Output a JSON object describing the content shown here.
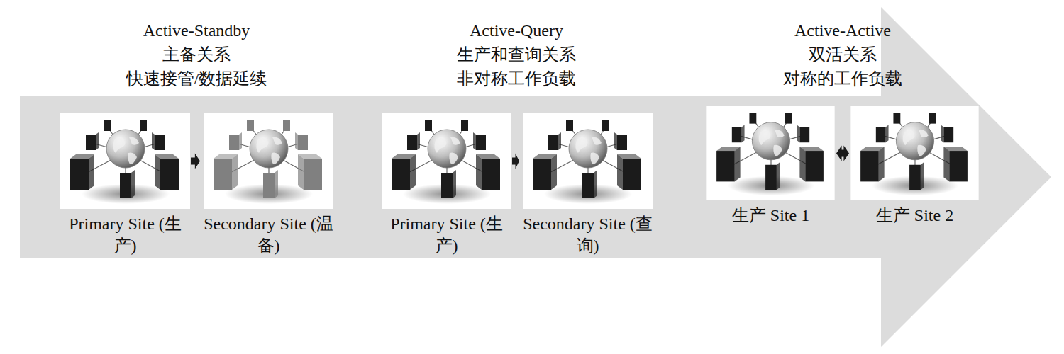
{
  "diagram": {
    "nodes": [
      {
        "text": [
          "Primary Site (生产)"
        ]
      },
      {
        "text": [
          "Secondary Site (温备)"
        ]
      },
      {
        "text": [
          "Primary Site (生产)"
        ]
      },
      {
        "text": [
          "Secondary Site (查询)"
        ]
      },
      {
        "text": [
          "生产 Site 1"
        ]
      },
      {
        "text": [
          "生产 Site 2"
        ]
      }
    ],
    "edges": [
      {
        "from": 0,
        "to": 1,
        "arrow": "to"
      },
      {
        "from": 2,
        "to": 3,
        "arrow": "to"
      },
      {
        "from": 4,
        "to": 5,
        "arrow": "both"
      }
    ],
    "labels": [
      "Active-Standby",
      "主备关系",
      "快速接管/数据延续",
      "Active-Query",
      "生产和查询关系",
      "非对称工作负载",
      "Active-Active",
      "双活关系",
      "对称的工作负载"
    ]
  }
}
